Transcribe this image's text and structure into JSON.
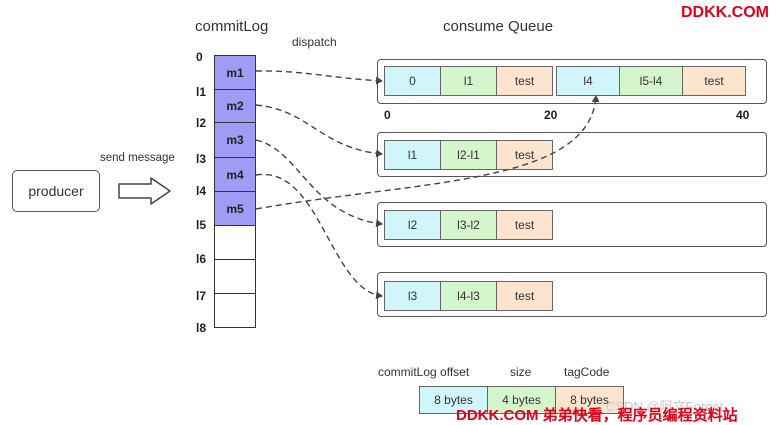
{
  "brand": {
    "top": "DDKK.COM",
    "bottom": "DDKK.COM 弟弟快看，程序员编程资料站"
  },
  "watermark": "CSDN @阿文Forget",
  "labels": {
    "commitlog": "commitLog",
    "dispatch": "dispatch",
    "consume_queue": "consume Queue",
    "send_message": "send message",
    "producer": "producer"
  },
  "commitlog": {
    "offsets": [
      "0",
      "l1",
      "l2",
      "l3",
      "l4",
      "l5",
      "l6",
      "l7",
      "l8"
    ],
    "messages": [
      "m1",
      "m2",
      "m3",
      "m4",
      "m5"
    ]
  },
  "queues": [
    {
      "cells": [
        "0",
        "l1",
        "test",
        "l4",
        "l5-l4",
        "test"
      ]
    },
    {
      "cells": [
        "l1",
        "l2-l1",
        "test"
      ]
    },
    {
      "cells": [
        "l2",
        "l3-l2",
        "test"
      ]
    },
    {
      "cells": [
        "l3",
        "l4-l3",
        "test"
      ]
    }
  ],
  "scale": [
    "0",
    "20",
    "40"
  ],
  "legend": {
    "headers": [
      "commitLog offset",
      "size",
      "tagCode"
    ],
    "values": [
      "8 bytes",
      "4 bytes",
      "8 bytes"
    ]
  },
  "colors": {
    "message": "#9e9cf5",
    "offset": "#d0f6fb",
    "size": "#d5f5cc",
    "tag": "#fde4cf",
    "brand": "#e2001a"
  }
}
